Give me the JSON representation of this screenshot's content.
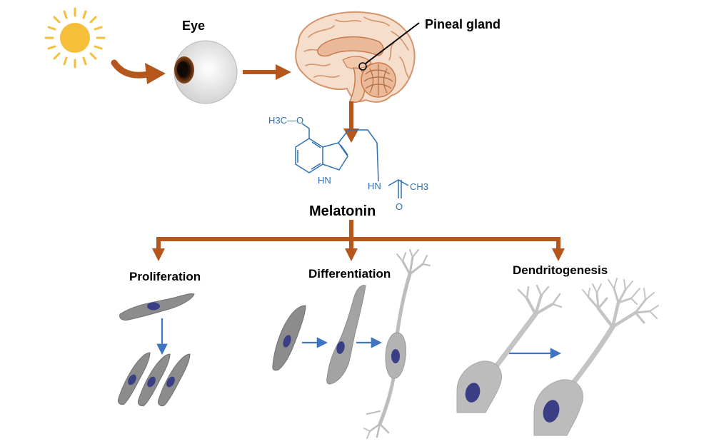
{
  "labels": {
    "eye": "Eye",
    "pineal_gland": "Pineal gland",
    "melatonin": "Melatonin",
    "proliferation": "Proliferation",
    "differentiation": "Differentiation",
    "dendritogenesis": "Dendritogenesis"
  },
  "chemistry": {
    "methoxy": "H3C—O",
    "amine": "HN",
    "ring_nh": "HN",
    "methyl": "CH3",
    "oxygen": "O"
  },
  "colors": {
    "arrow_orange": "#b5561c",
    "sun": "#f6bf3a",
    "moon": "#dde9f7",
    "cell_gray": "#8c8c8c",
    "nucleus": "#3a3f85",
    "small_arrow_blue": "#3f74c2",
    "chem_blue": "#2f6fb5"
  },
  "icons": [
    "sun-icon",
    "moon-icon",
    "eye-icon",
    "brain-icon"
  ]
}
